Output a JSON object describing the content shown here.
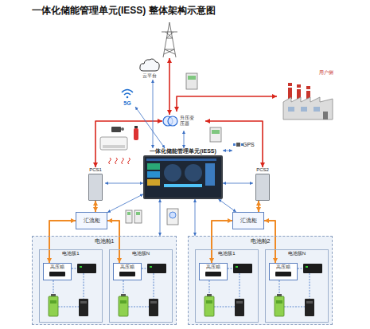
{
  "diagram": {
    "title": "一体化储能管理单元(IESS) 整体架构示意图",
    "nodes": [
      {
        "text": [
          "升压变压器"
        ]
      },
      {
        "text": [
          "云平台"
        ]
      },
      {
        "text": [
          "5G"
        ]
      },
      {
        "text": [
          "用户侧"
        ]
      },
      {
        "text": [
          "一体化储能管理单元(iESS)"
        ]
      },
      {
        "text": [
          "GPS"
        ]
      },
      {
        "text": [
          "PCS1"
        ]
      },
      {
        "text": [
          "PCS2"
        ]
      },
      {
        "text": [
          "汇流柜"
        ]
      },
      {
        "text": [
          "汇流柜"
        ]
      },
      {
        "text": [
          "电池舱1"
        ]
      },
      {
        "text": [
          "电池簇1"
        ],
        "in": 10
      },
      {
        "text": [
          "高压箱"
        ],
        "in": 11
      },
      {
        "text": [
          "电池簇N"
        ],
        "in": 10
      },
      {
        "text": [
          "高压箱"
        ],
        "in": 13
      },
      {
        "text": [
          "电池舱2"
        ]
      },
      {
        "text": [
          "电池簇1"
        ],
        "in": 15
      },
      {
        "text": [
          "高压箱"
        ],
        "in": 16
      },
      {
        "text": [
          "电池簇N"
        ],
        "in": 15
      },
      {
        "text": [
          "高压箱"
        ],
        "in": 18
      }
    ],
    "edges": [
      {
        "from": 0,
        "to": 3,
        "arrow": "both"
      },
      {
        "from": 0,
        "to": 6,
        "arrow": "both"
      },
      {
        "from": 0,
        "to": 7,
        "arrow": "both"
      },
      {
        "from": 4,
        "to": 0,
        "arrow": "both"
      },
      {
        "from": 4,
        "to": 1,
        "arrow": "both"
      },
      {
        "from": 4,
        "to": 2,
        "arrow": "both"
      },
      {
        "from": 4,
        "to": 5,
        "arrow": "both"
      },
      {
        "from": 4,
        "to": 6,
        "arrow": "both"
      },
      {
        "from": 4,
        "to": 7,
        "arrow": "both"
      },
      {
        "from": 4,
        "to": 8,
        "arrow": "both"
      },
      {
        "from": 4,
        "to": 9,
        "arrow": "both"
      },
      {
        "from": 4,
        "to": 10,
        "arrow": "both"
      },
      {
        "from": 4,
        "to": 15,
        "arrow": "both"
      },
      {
        "from": 6,
        "to": 8,
        "arrow": "both"
      },
      {
        "from": 7,
        "to": 9,
        "arrow": "both"
      },
      {
        "from": 8,
        "to": 12,
        "arrow": "both"
      },
      {
        "from": 8,
        "to": 14,
        "arrow": "both"
      },
      {
        "from": 9,
        "to": 17,
        "arrow": "both"
      },
      {
        "from": 9,
        "to": 19,
        "arrow": "both"
      }
    ]
  }
}
